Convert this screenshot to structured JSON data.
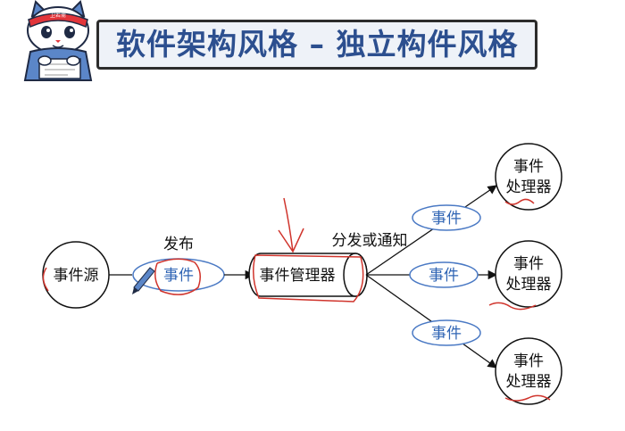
{
  "title": "软件架构风格 – 独立构件风格",
  "mascot": {
    "badge": "卫若斋"
  },
  "diagram": {
    "source": "事件源",
    "publish_label": "发布",
    "event_label": "事件",
    "manager": "事件管理器",
    "dispatch_label": "分发或通知",
    "handler_line1": "事件",
    "handler_line2": "处理器",
    "branch_events": [
      "事件",
      "事件",
      "事件"
    ]
  },
  "colors": {
    "title": "#2c4f8f",
    "event_text": "#2f64b4",
    "ellipse_border": "#4a79c4",
    "annotation": "#d0342c"
  }
}
